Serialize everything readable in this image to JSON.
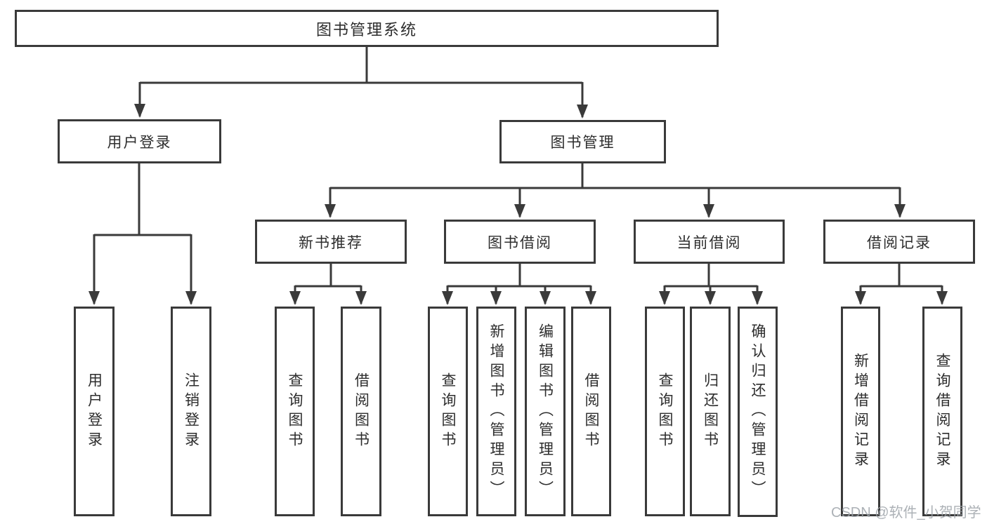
{
  "colors": {
    "line": "#3a3a3a",
    "text": "#2d2d2d",
    "background": "#ffffff",
    "watermark": "#9ea3a9"
  },
  "watermark": "CSDN @软件_小贺同学",
  "diagram": {
    "type": "tree",
    "root": {
      "label": "图书管理系统"
    },
    "branches": [
      {
        "label": "用户登录",
        "children": [
          {
            "label": "用户登录"
          },
          {
            "label": "注销登录"
          }
        ]
      },
      {
        "label": "图书管理",
        "modules": [
          {
            "label": "新书推荐",
            "children": [
              {
                "label": "查询图书"
              },
              {
                "label": "借阅图书"
              }
            ]
          },
          {
            "label": "图书借阅",
            "children": [
              {
                "label": "查询图书"
              },
              {
                "label": "新增图书（管理员）"
              },
              {
                "label": "编辑图书（管理员）"
              },
              {
                "label": "借阅图书"
              }
            ]
          },
          {
            "label": "当前借阅",
            "children": [
              {
                "label": "查询图书"
              },
              {
                "label": "归还图书"
              },
              {
                "label": "确认归还（管理员）"
              }
            ]
          },
          {
            "label": "借阅记录",
            "children": [
              {
                "label": "新增借阅记录"
              },
              {
                "label": "查询借阅记录"
              }
            ]
          }
        ]
      }
    ]
  }
}
